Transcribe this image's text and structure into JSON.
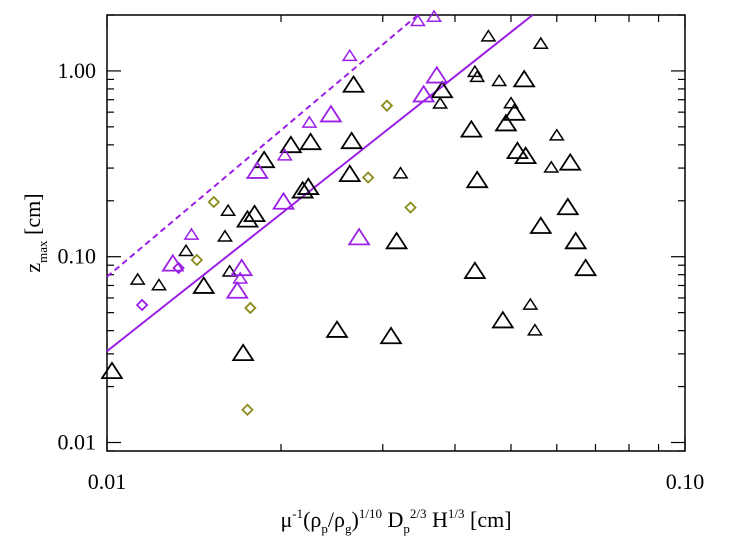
{
  "chart_data": {
    "type": "scatter",
    "title": "",
    "x_scale": "log",
    "y_scale": "log",
    "xlim": [
      0.01,
      0.1
    ],
    "ylim": [
      0.009,
      2.0
    ],
    "x_ticks": [
      0.01,
      0.1
    ],
    "x_tick_labels": [
      "0.01",
      "0.10"
    ],
    "y_ticks": [
      0.01,
      0.1,
      1.0
    ],
    "y_tick_labels": [
      "0.01",
      "0.10",
      "1.00"
    ],
    "xlabel": {
      "mu": "μ",
      "mu_sup": "-1",
      "open": "(ρ",
      "p_sub": "p",
      "slash": "/ρ",
      "g_sub": "g",
      "close": ")",
      "exp1": "1/10",
      "D": " D",
      "Dp_sub": "p",
      "exp2": "2/3",
      "H": " H",
      "exp3": "1/3",
      "unit": " [cm]"
    },
    "ylabel": {
      "z": "z",
      "sub": "max",
      "unit": " [cm]"
    },
    "colors": {
      "black": "#000000",
      "purple": "#9b1fe6",
      "olive": "#8b8b1c"
    },
    "series": [
      {
        "marker": "triangle-large",
        "color": "black",
        "points": [
          [
            0.0102,
            0.024
          ],
          [
            0.0147,
            0.069
          ],
          [
            0.0172,
            0.03
          ],
          [
            0.0175,
            0.157
          ],
          [
            0.018,
            0.168
          ],
          [
            0.0187,
            0.328
          ],
          [
            0.0208,
            0.395
          ],
          [
            0.0218,
            0.225
          ],
          [
            0.0223,
            0.235
          ],
          [
            0.0225,
            0.41
          ],
          [
            0.025,
            0.04
          ],
          [
            0.0263,
            0.276
          ],
          [
            0.0265,
            0.415
          ],
          [
            0.0267,
            0.835
          ],
          [
            0.031,
            0.037
          ],
          [
            0.0317,
            0.12
          ],
          [
            0.038,
            0.78
          ],
          [
            0.0433,
            0.083
          ],
          [
            0.0427,
            0.479
          ],
          [
            0.0437,
            0.256
          ],
          [
            0.0484,
            0.045
          ],
          [
            0.049,
            0.517
          ],
          [
            0.0507,
            0.59
          ],
          [
            0.0513,
            0.367
          ],
          [
            0.0527,
            0.893
          ],
          [
            0.053,
            0.345
          ],
          [
            0.0563,
            0.145
          ],
          [
            0.0627,
            0.183
          ],
          [
            0.0633,
            0.318
          ],
          [
            0.0647,
            0.12
          ],
          [
            0.0673,
            0.086
          ]
        ]
      },
      {
        "marker": "triangle-small",
        "color": "black",
        "points": [
          [
            0.0113,
            0.075
          ],
          [
            0.0123,
            0.07
          ],
          [
            0.0137,
            0.107
          ],
          [
            0.016,
            0.128
          ],
          [
            0.0162,
            0.176
          ],
          [
            0.0163,
            0.083
          ],
          [
            0.0322,
            0.28
          ],
          [
            0.0377,
            0.665
          ],
          [
            0.0433,
            0.985
          ],
          [
            0.0437,
            0.925
          ],
          [
            0.0457,
            1.53
          ],
          [
            0.0477,
            0.88
          ],
          [
            0.05,
            0.667
          ],
          [
            0.054,
            0.055
          ],
          [
            0.055,
            0.04
          ],
          [
            0.0563,
            1.395
          ],
          [
            0.0587,
            0.301
          ],
          [
            0.06,
            0.448
          ]
        ]
      },
      {
        "marker": "triangle-large",
        "color": "purple",
        "points": [
          [
            0.013,
            0.091
          ],
          [
            0.0168,
            0.065
          ],
          [
            0.0171,
            0.086
          ],
          [
            0.0182,
            0.287
          ],
          [
            0.0202,
            0.196
          ],
          [
            0.0244,
            0.578
          ],
          [
            0.0273,
            0.126
          ],
          [
            0.0353,
            0.74
          ],
          [
            0.0372,
            0.936
          ]
        ]
      },
      {
        "marker": "triangle-small",
        "color": "purple",
        "points": [
          [
            0.014,
            0.131
          ],
          [
            0.017,
            0.076
          ],
          [
            0.0203,
            0.35
          ],
          [
            0.0224,
            0.525
          ],
          [
            0.0263,
            1.2
          ],
          [
            0.0345,
            1.85
          ],
          [
            0.0368,
            1.95
          ]
        ]
      },
      {
        "marker": "diamond",
        "color": "purple",
        "points": [
          [
            0.0115,
            0.055
          ],
          [
            0.0133,
            0.087
          ]
        ]
      },
      {
        "marker": "diamond",
        "color": "olive",
        "points": [
          [
            0.0143,
            0.096
          ],
          [
            0.0153,
            0.197
          ],
          [
            0.0177,
            0.053
          ],
          [
            0.0175,
            0.015
          ],
          [
            0.0283,
            0.267
          ],
          [
            0.0305,
            0.65
          ],
          [
            0.0335,
            0.184
          ]
        ]
      }
    ],
    "lines": [
      {
        "style": "solid",
        "color": "purple",
        "points": [
          [
            0.01,
            0.031
          ],
          [
            0.0545,
            2.0
          ]
        ]
      },
      {
        "style": "dashed",
        "color": "purple",
        "points": [
          [
            0.01,
            0.078
          ],
          [
            0.0345,
            2.0
          ]
        ]
      }
    ]
  }
}
